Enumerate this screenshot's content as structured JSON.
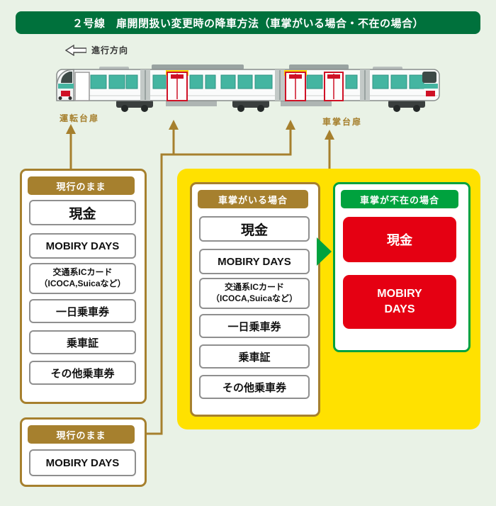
{
  "banner": {
    "title": "２号線　扉開閉扱い変更時の降車方法（車掌がいる場合・不在の場合）"
  },
  "direction": {
    "label": "進行方向"
  },
  "tram": {
    "driver_door_label": "運転台扉",
    "conductor_door_label": "車掌台扉"
  },
  "left_panel": {
    "header": "現行のまま",
    "items": [
      "現金",
      "MOBIRY DAYS",
      "交通系ICカード\n（ICOCA,Suicaなど）",
      "一日乗車券",
      "乗車証",
      "その他乗車券"
    ]
  },
  "conductor_present_panel": {
    "header": "車掌がいる場合",
    "items": [
      "現金",
      "MOBIRY DAYS",
      "交通系ICカード\n（ICOCA,Suicaなど）",
      "一日乗車券",
      "乗車証",
      "その他乗車券"
    ]
  },
  "conductor_absent_panel": {
    "header": "車掌が不在の場合",
    "items": [
      "現金",
      "MOBIRY DAYS"
    ]
  },
  "bottom_panel": {
    "header": "現行のまま",
    "items": [
      "MOBIRY DAYS"
    ]
  },
  "colors": {
    "background": "#e9f2e6",
    "banner_green": "#00713c",
    "brown": "#a6802e",
    "yellow": "#ffe100",
    "green": "#00a23e",
    "red": "#e50012",
    "tram_teal": "#44b5a1"
  }
}
